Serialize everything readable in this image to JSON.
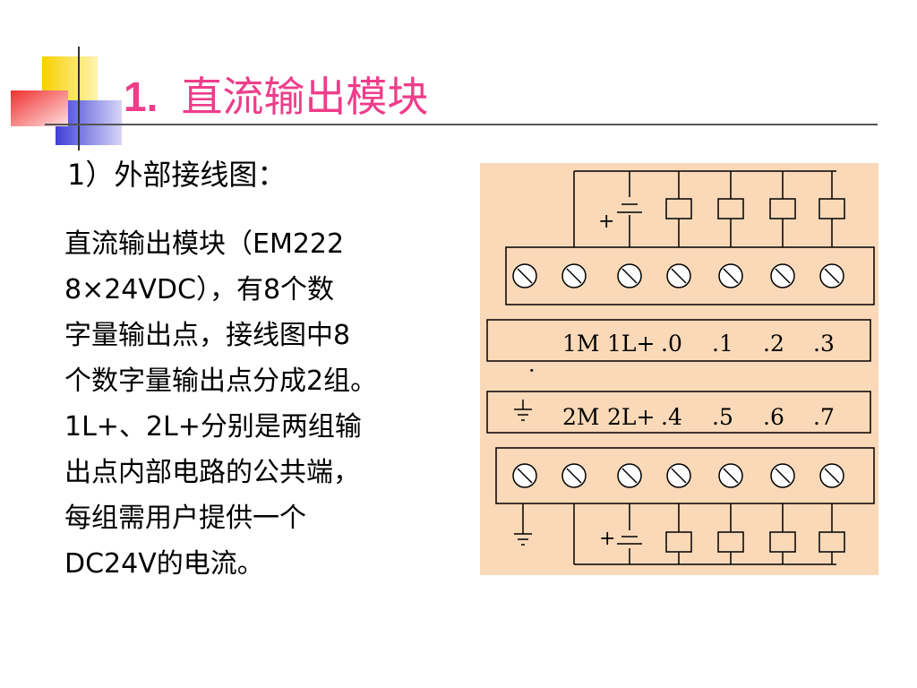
{
  "slide": {
    "title_number": "1.",
    "title_text": "直流输出模块",
    "subheading": "1）外部接线图：",
    "body_lines": [
      " 直流输出模块（EM222",
      "8×24VDC），有8个数",
      "字量输出点，接线图中8",
      "个数字量输出点分成2组。",
      "1L+、2L+分别是两组输",
      "出点内部电路的公共端，",
      "每组需用户提供一个",
      "DC24V的电流。"
    ]
  },
  "diagram": {
    "upper_row_labels": [
      "1M",
      "1L+",
      ".0",
      ".1",
      ".2",
      ".3"
    ],
    "lower_row_labels": [
      "2M",
      "2L+",
      ".4",
      ".5",
      ".6",
      ".7"
    ],
    "plus_sign": "+",
    "dot_mark": "·",
    "colors": {
      "panel_background": "#fad9b8",
      "line": "#000000",
      "title": "#ee3d8a"
    },
    "icons": [
      "screw-terminal-icon",
      "battery-icon",
      "relay-coil-icon",
      "ground-icon"
    ]
  },
  "decoration": {
    "colors": {
      "yellow": "#f7d000",
      "blue": "#3f3fd8",
      "red": "#f03030"
    }
  }
}
